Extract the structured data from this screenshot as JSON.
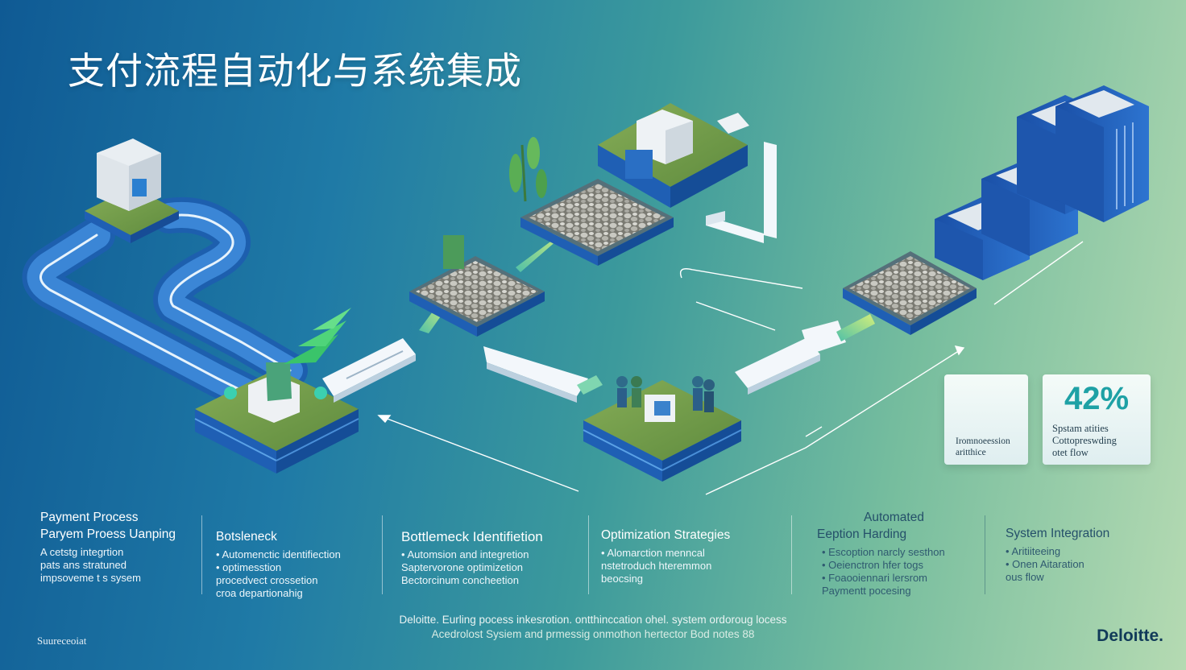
{
  "title": "支付流程自动化与系统集成",
  "phases": [
    {
      "heading_lines": [
        "Payment Process",
        "Paryem Proess Uanping"
      ],
      "body_lines": [
        "A cetstg integrtion",
        "pats ans stratuned",
        "impsoveme t  s sysem"
      ]
    },
    {
      "heading_lines": [
        "Botsleneck"
      ],
      "body_lines": [
        "• Automenctic identifiection",
        "• optimesstion",
        "  procedvect crossetion",
        "  croa departionahig"
      ]
    },
    {
      "heading_lines": [
        "Bottlemeck Identifietion"
      ],
      "body_lines": [
        "• Automsion and integretion",
        "  Saptervorone optimizetion",
        "  Bectorcinum concheetion"
      ]
    },
    {
      "heading_lines": [
        "Optimization Strategies"
      ],
      "body_lines": [
        "• Alomarction menncal",
        "  nstetroduch hteremmon",
        "  beocsing"
      ]
    },
    {
      "heading_lines": [
        "Automated",
        "Eeption Harding"
      ],
      "body_lines": [
        "• Escoption narcly sesthon",
        "• Oeienctron hfer togs",
        "• Foaooiennari lersrom",
        "  Paymentt pocesing"
      ]
    },
    {
      "heading_lines": [
        "System Integration"
      ],
      "body_lines": [
        "• Aritiiteeing",
        "• Onen  Aitaration",
        "  ous flow"
      ]
    }
  ],
  "stat_card": {
    "value": "42%",
    "lines": [
      "Spstam atities",
      "Cottopreswding",
      "otet flow"
    ]
  },
  "icon_card": {
    "lines": [
      "Iromnoeession",
      "aritthice"
    ]
  },
  "footer_line1": "Deloitte. Eurling pocess inkesrotion. ontthinccation ohel. system ordoroug locess",
  "footer_line2": "Acedrolost Sysiem and prmessig onmothon hertector Bod notes 88",
  "corner_left": "Suureceoiat",
  "brand": "Deloitte.",
  "colors": {
    "platform_top": "#6f9a4a",
    "platform_side": "#1f5fb4",
    "path_blue": "#2a73c8",
    "arrow_green": "#b9e26a",
    "rack_blue": "#1f5fb8",
    "stat_teal": "#1ea1a5"
  }
}
